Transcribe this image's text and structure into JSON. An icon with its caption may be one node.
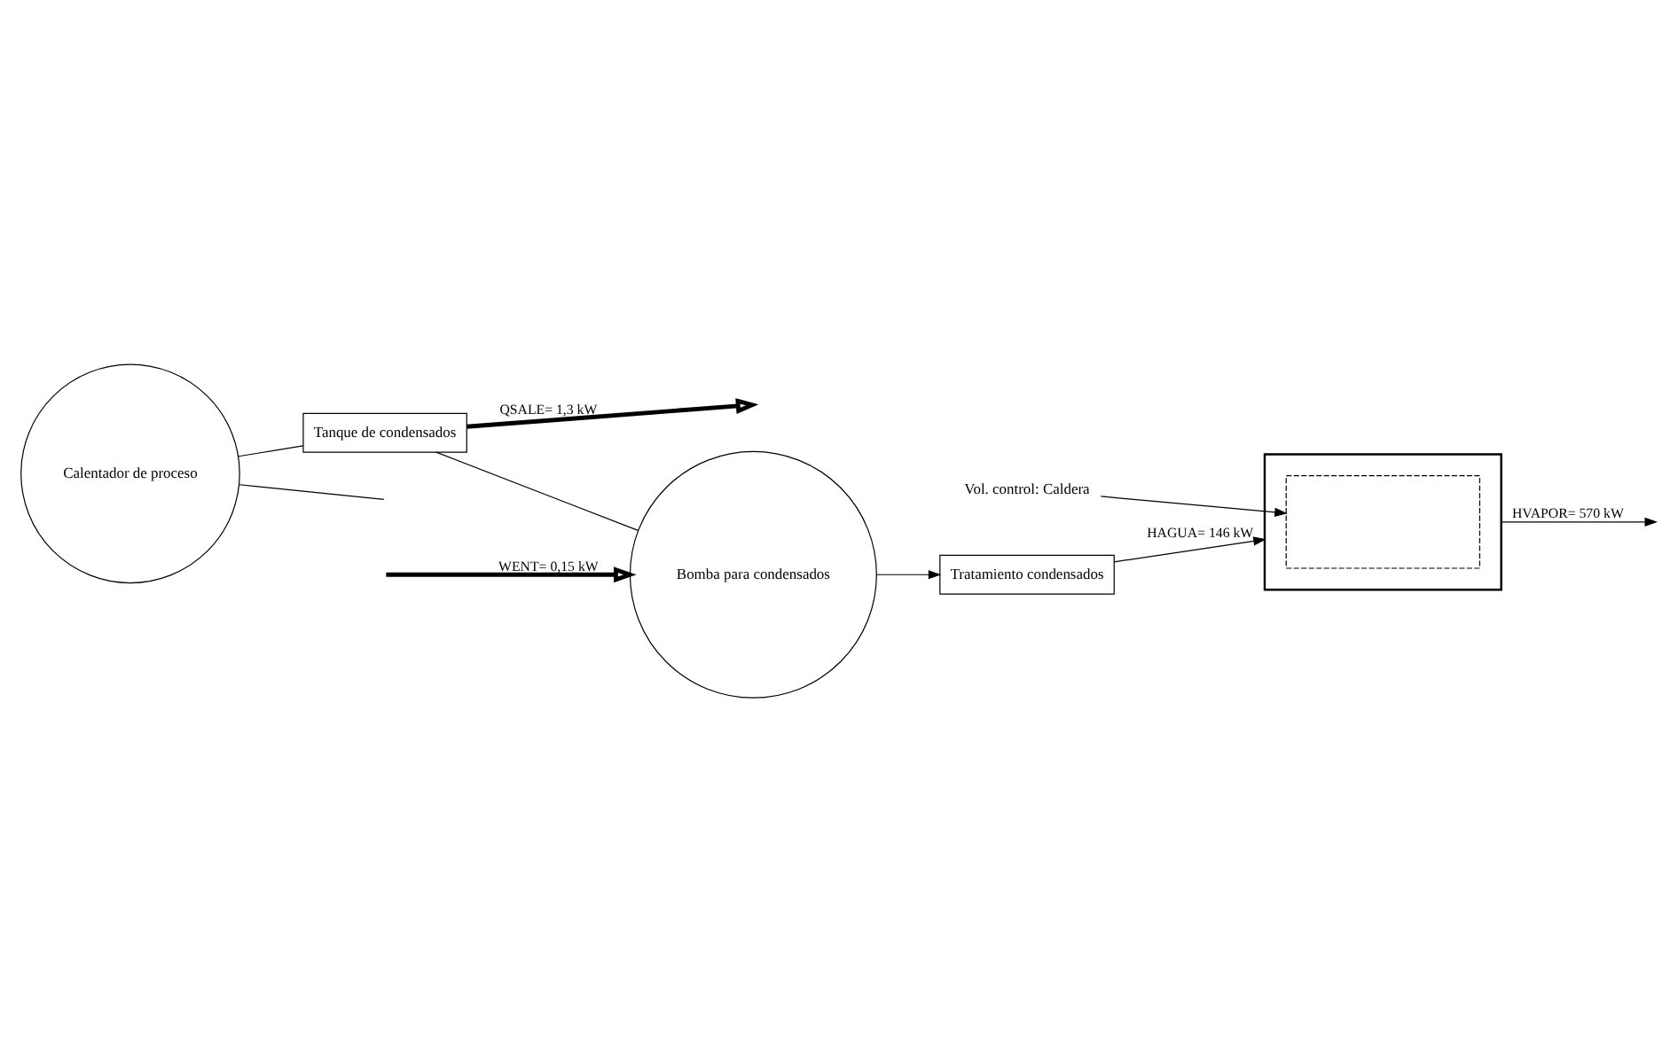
{
  "diagram": {
    "nodes": [
      {
        "text": [
          "Vol. control: Caldera"
        ]
      },
      {
        "text": [],
        "shape": "box"
      },
      {
        "text": [],
        "shape": "box",
        "in": 1
      },
      {
        "text": [
          "Tratamiento condensados"
        ]
      },
      {
        "text": [
          "Bomba para condensados"
        ]
      },
      {
        "text": [
          "Tanque de condensados"
        ]
      },
      {
        "text": [
          "Calentador de proceso"
        ]
      }
    ],
    "edges": [
      {
        "from": 0,
        "to": 2,
        "arrow": "to"
      },
      {
        "from": 3,
        "to": 1,
        "arrow": "to",
        "label": "HAGUA= 146 kW"
      },
      {
        "from": 1,
        "to": null,
        "arrow": "to",
        "label": "HVAPOR= 570 kW"
      },
      {
        "from": 6,
        "to": null,
        "arrow": "none"
      },
      {
        "from": 6,
        "to": 5,
        "arrow": "none"
      },
      {
        "from": 5,
        "to": 4,
        "arrow": "none"
      },
      {
        "from": 4,
        "to": 3,
        "arrow": "to"
      },
      {
        "from": null,
        "to": 4,
        "arrow": "to",
        "style": "thick",
        "label": "WENT= 0,15 kW"
      },
      {
        "from": 5,
        "to": null,
        "arrow": "to",
        "style": "thick",
        "label": "QSALE= 1,3 kW"
      }
    ]
  }
}
